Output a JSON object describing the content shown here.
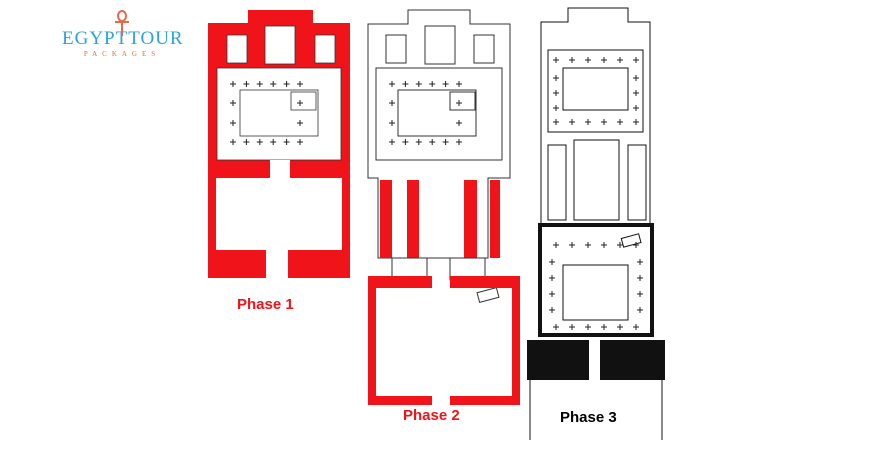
{
  "logo": {
    "main": "EGYPTTOUR",
    "sub": "PACKAGES"
  },
  "phases": [
    {
      "label": "Phase 1",
      "color": "#f0131a"
    },
    {
      "label": "Phase 2",
      "color": "#f0131a"
    },
    {
      "label": "Phase 3",
      "color": "#000000"
    }
  ]
}
